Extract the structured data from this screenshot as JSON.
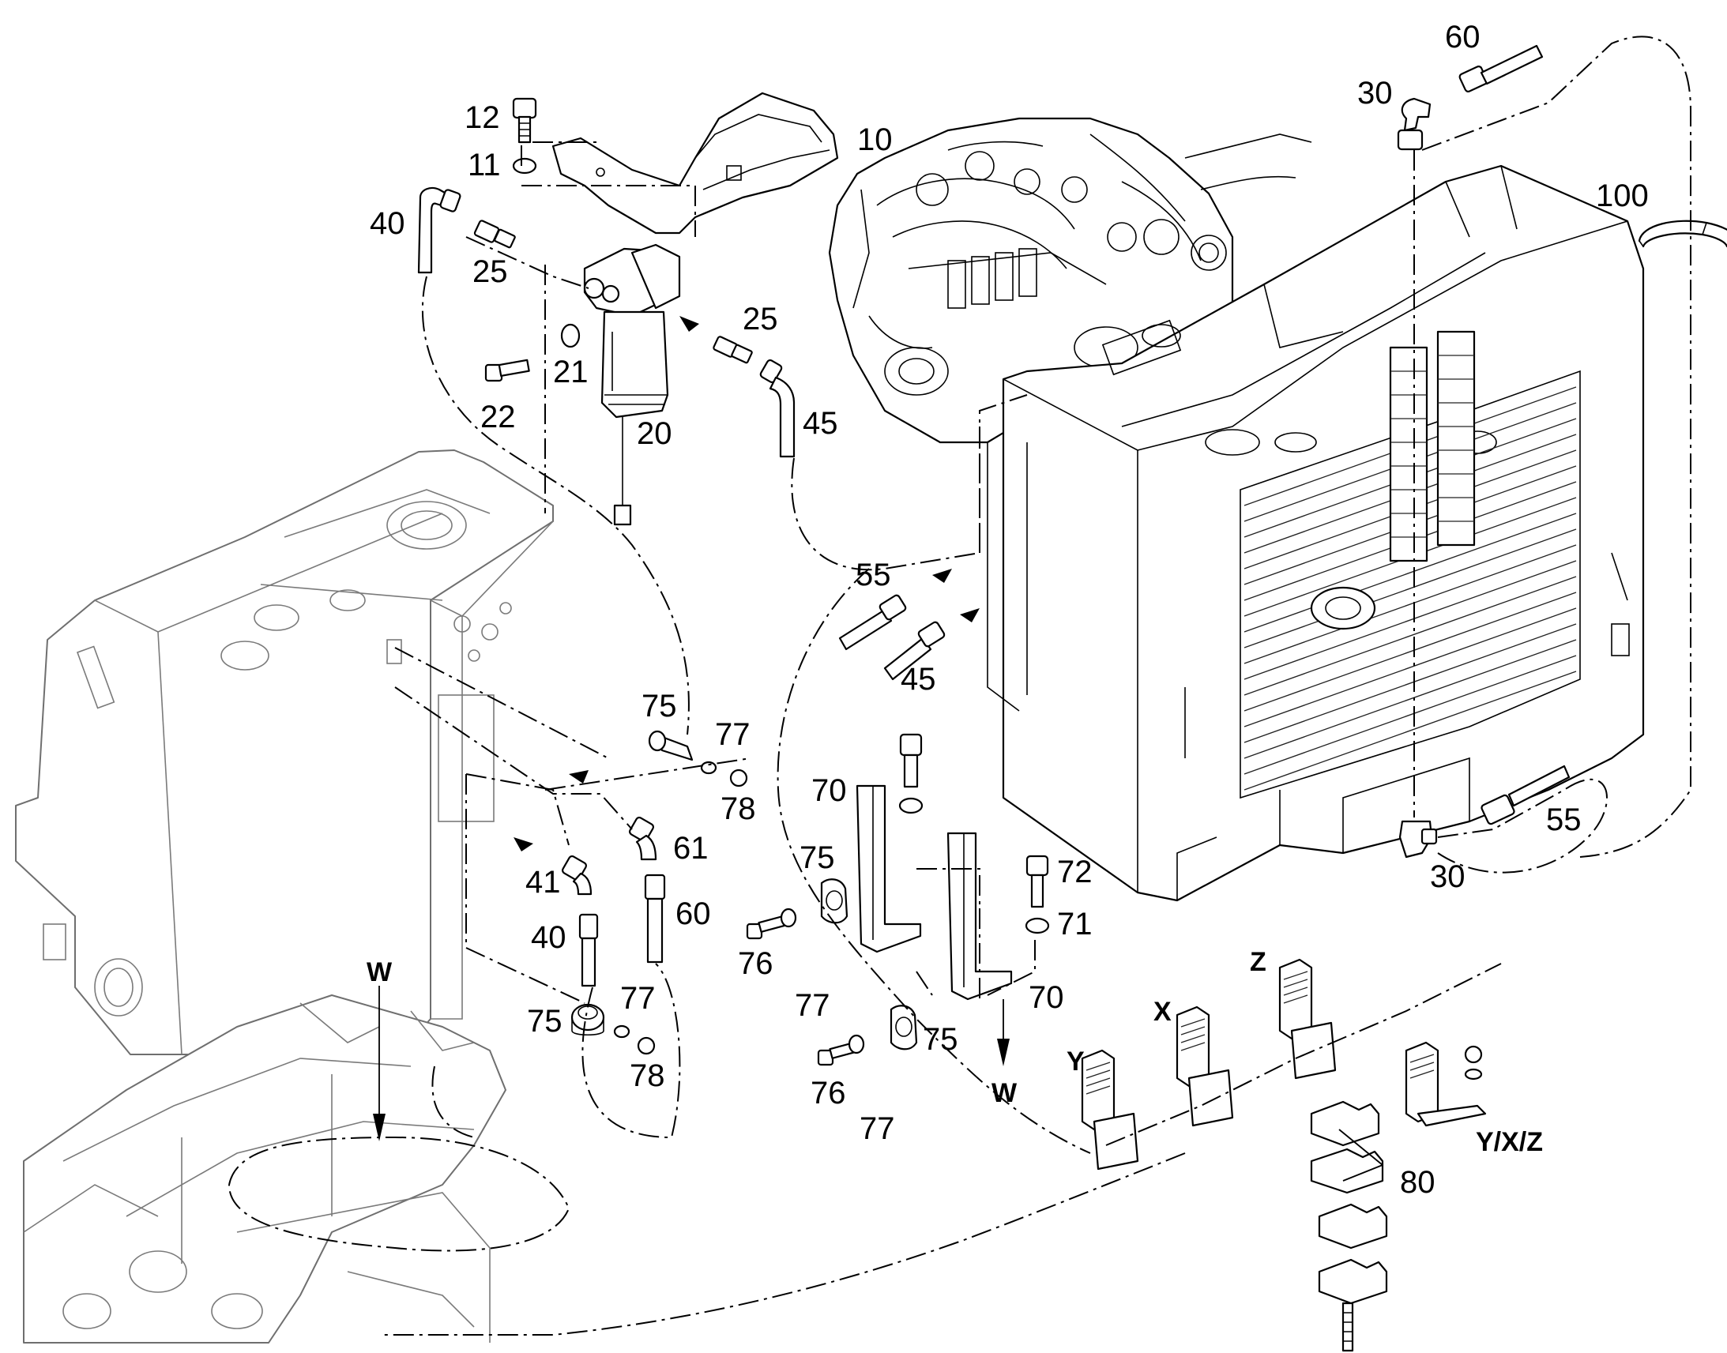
{
  "diagram": {
    "callouts": {
      "c10": "10",
      "c11": "11",
      "c12": "12",
      "c20": "20",
      "c21": "21",
      "c22": "22",
      "c25a": "25",
      "c25b": "25",
      "c30a": "30",
      "c30b": "30",
      "c40a": "40",
      "c40b": "40",
      "c41": "41",
      "c45a": "45",
      "c45b": "45",
      "c55a": "55",
      "c55b": "55",
      "c60a": "60",
      "c60b": "60",
      "c61": "61",
      "c70a": "70",
      "c70b": "70",
      "c71": "71",
      "c72": "72",
      "c75a": "75",
      "c75b": "75",
      "c75c": "75",
      "c75d": "75",
      "c76a": "76",
      "c76b": "76",
      "c77a": "77",
      "c77b": "77",
      "c77c": "77",
      "c77d": "77",
      "c78a": "78",
      "c78b": "78",
      "c80": "80",
      "c100": "100"
    },
    "view_labels": {
      "w1": "W",
      "w2": "W",
      "y": "Y",
      "x": "X",
      "z": "Z",
      "yxz": "Y/X/Z"
    }
  }
}
